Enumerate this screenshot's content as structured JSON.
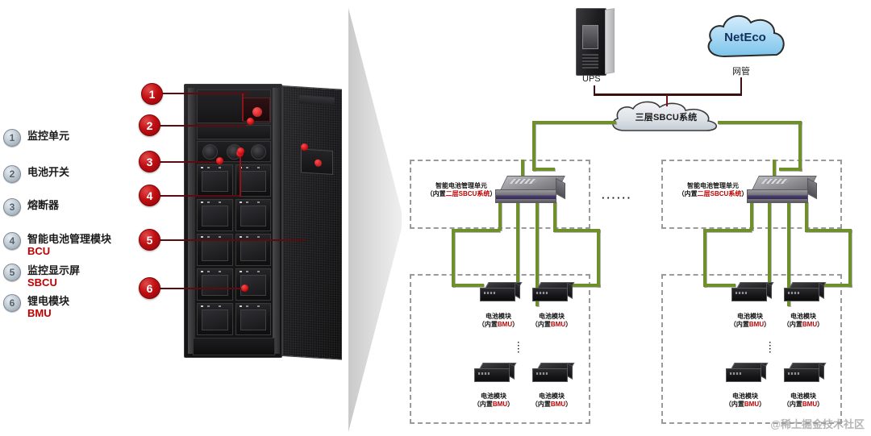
{
  "legend": {
    "items": [
      {
        "num": "1",
        "cn": "监控单元",
        "en": ""
      },
      {
        "num": "2",
        "cn": "电池开关",
        "en": ""
      },
      {
        "num": "3",
        "cn": "熔断器",
        "en": ""
      },
      {
        "num": "4",
        "cn": "智能电池管理模块",
        "en": "BCU"
      },
      {
        "num": "5",
        "cn": "监控显示屏",
        "en": "SBCU"
      },
      {
        "num": "6",
        "cn": "锂电模块",
        "en": "BMU"
      }
    ]
  },
  "cabinet": {
    "callouts": [
      "1",
      "2",
      "3",
      "4",
      "5",
      "6"
    ]
  },
  "diagram": {
    "ups_label": "UPS",
    "neteco_label": "NetEco",
    "neteco_sub_label": "网管",
    "sbcu_cloud_label": "三层SBCU系统",
    "group_ellipsis": "······",
    "module_ellipsis": "⋮",
    "groups": [
      {
        "bcu_label_cn": "智能电池管理单元",
        "bcu_label_paren_open": "（内置",
        "bcu_label_red": "二层SBCU系统",
        "bcu_label_paren_close": "）",
        "modules": [
          {
            "cn": "电池模块",
            "paren_open": "（内置",
            "red": "BMU",
            "paren_close": "）"
          },
          {
            "cn": "电池模块",
            "paren_open": "（内置",
            "red": "BMU",
            "paren_close": "）"
          },
          {
            "cn": "电池模块",
            "paren_open": "（内置",
            "red": "BMU",
            "paren_close": "）"
          },
          {
            "cn": "电池模块",
            "paren_open": "（内置",
            "red": "BMU",
            "paren_close": "）"
          }
        ]
      },
      {
        "bcu_label_cn": "智能电池管理单元",
        "bcu_label_paren_open": "（内置",
        "bcu_label_red": "二层SBCU系统",
        "bcu_label_paren_close": "）",
        "modules": [
          {
            "cn": "电池模块",
            "paren_open": "（内置",
            "red": "BMU",
            "paren_close": "）"
          },
          {
            "cn": "电池模块",
            "paren_open": "（内置",
            "red": "BMU",
            "paren_close": "）"
          },
          {
            "cn": "电池模块",
            "paren_open": "（内置",
            "red": "BMU",
            "paren_close": "）"
          },
          {
            "cn": "电池模块",
            "paren_open": "（内置",
            "red": "BMU",
            "paren_close": "）"
          }
        ]
      }
    ]
  },
  "watermark": "@稀土掘金技术社区",
  "colors": {
    "callout_red": "#c00f13",
    "label_red": "#c00000",
    "wire_green": "#6f8f2a",
    "wire_dark": "#3a1012",
    "neteco_blue": "#13315c",
    "dashed_gray": "#9a9a9a"
  }
}
